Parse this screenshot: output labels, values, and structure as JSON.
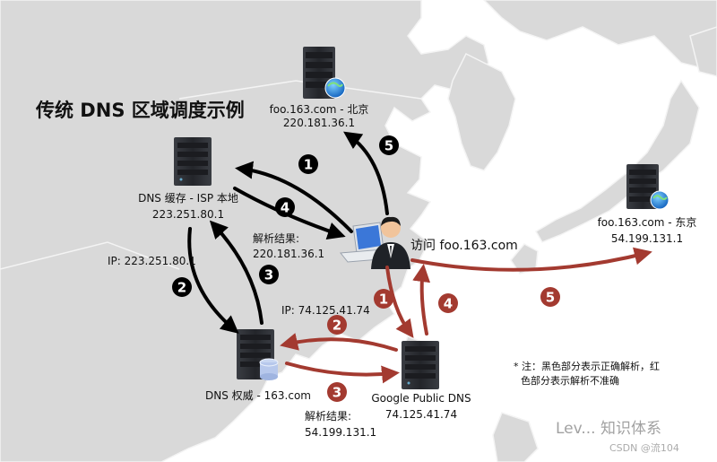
{
  "title": "传统 DNS 区域调度示例",
  "colors": {
    "sea": "#ffffff",
    "land": "#d9d9d9",
    "land_stroke": "#f4f4f4",
    "correct": "#000000",
    "wrong": "#a33a30",
    "server_dark": "#2b2d31",
    "server_light": "#5b6068"
  },
  "servers": {
    "beijing": {
      "name": "foo.163.com - 北京",
      "ip": "220.181.36.1",
      "icon": "server-globe-icon"
    },
    "isp": {
      "name": "DNS 缓存 - ISP 本地",
      "ip": "223.251.80.1",
      "icon": "server-icon"
    },
    "tokyo": {
      "name": "foo.163.com - 东京",
      "ip": "54.199.131.1",
      "icon": "server-globe-icon"
    },
    "auth": {
      "name": "DNS 权威 - 163.com",
      "icon": "server-database-icon"
    },
    "google": {
      "name": "Google Public DNS",
      "ip": "74.125.41.74",
      "icon": "server-icon"
    }
  },
  "user": {
    "label": "访问 foo.163.com",
    "icon": "user-laptop-icon"
  },
  "annotations": {
    "resolve_black_title": "解析结果:",
    "resolve_black_ip": "220.181.36.1",
    "ip_isp": "IP: 223.251.80.1",
    "ip_google": "IP: 74.125.41.74",
    "resolve_red_title": "解析结果:",
    "resolve_red_ip": "54.199.131.1"
  },
  "note": {
    "line1": "* 注：黑色部分表示正确解析，红",
    "line2": "色部分表示解析不准确"
  },
  "badges": {
    "b1": "1",
    "b2": "2",
    "b3": "3",
    "b4": "4",
    "b5": "5",
    "r1": "1",
    "r2": "2",
    "r3": "3",
    "r4": "4",
    "r5": "5"
  },
  "watermark": {
    "text": "Lev... 知识体系",
    "csdn": "CSDN @流104"
  }
}
